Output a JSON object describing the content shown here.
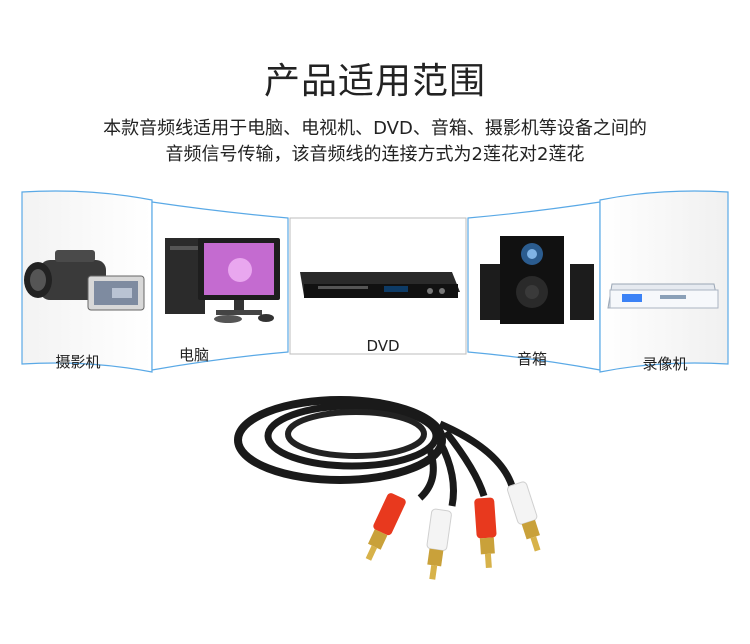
{
  "heading": "产品适用范围",
  "description": {
    "line1": "本款音频线适用于电脑、电视机、DVD、音箱、摄影机等设备之间的",
    "line2": "音频信号传输，该音频线的连接方式为2莲花对2莲花"
  },
  "devices": [
    {
      "label": "摄影机",
      "icon": "camcorder-icon"
    },
    {
      "label": "电脑",
      "icon": "desktop-computer-icon"
    },
    {
      "label": "DVD",
      "icon": "dvd-player-icon"
    },
    {
      "label": "音箱",
      "icon": "speaker-system-icon"
    },
    {
      "label": "录像机",
      "icon": "video-recorder-icon"
    }
  ],
  "product_image": "rca-cable-icon",
  "colors": {
    "plug_red": "#e8391e",
    "plug_white": "#f4f4f4",
    "cable": "#1a1a1a",
    "gold": "#c9a13a",
    "panel_edge": "#5aa9e6"
  }
}
